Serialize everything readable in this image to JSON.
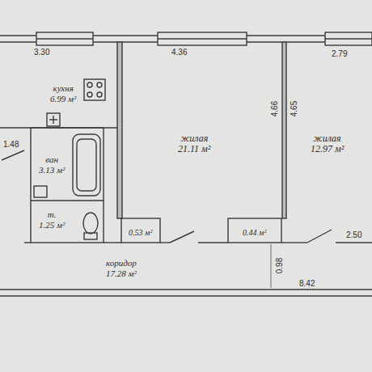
{
  "diagram": {
    "nodes": [
      {
        "text": [
          "кухня",
          "6.99 м²"
        ]
      },
      {
        "text": [
          "ван",
          "3.13 м²"
        ]
      },
      {
        "text": [
          "т.",
          "1.25 м²"
        ]
      },
      {
        "text": [
          "жилая",
          "21.11 м²"
        ]
      },
      {
        "text": [
          "жилая",
          "12.97 м²"
        ]
      },
      {
        "text": [
          "0.53 м²"
        ]
      },
      {
        "text": [
          "0.44 м²"
        ]
      },
      {
        "text": [
          "коридор",
          "17.28 м²"
        ]
      }
    ],
    "labels": [
      "3.30",
      "4.36",
      "2.79",
      "1.48",
      "4.66",
      "4.65",
      "2.50",
      "8.42",
      "0.98"
    ]
  }
}
